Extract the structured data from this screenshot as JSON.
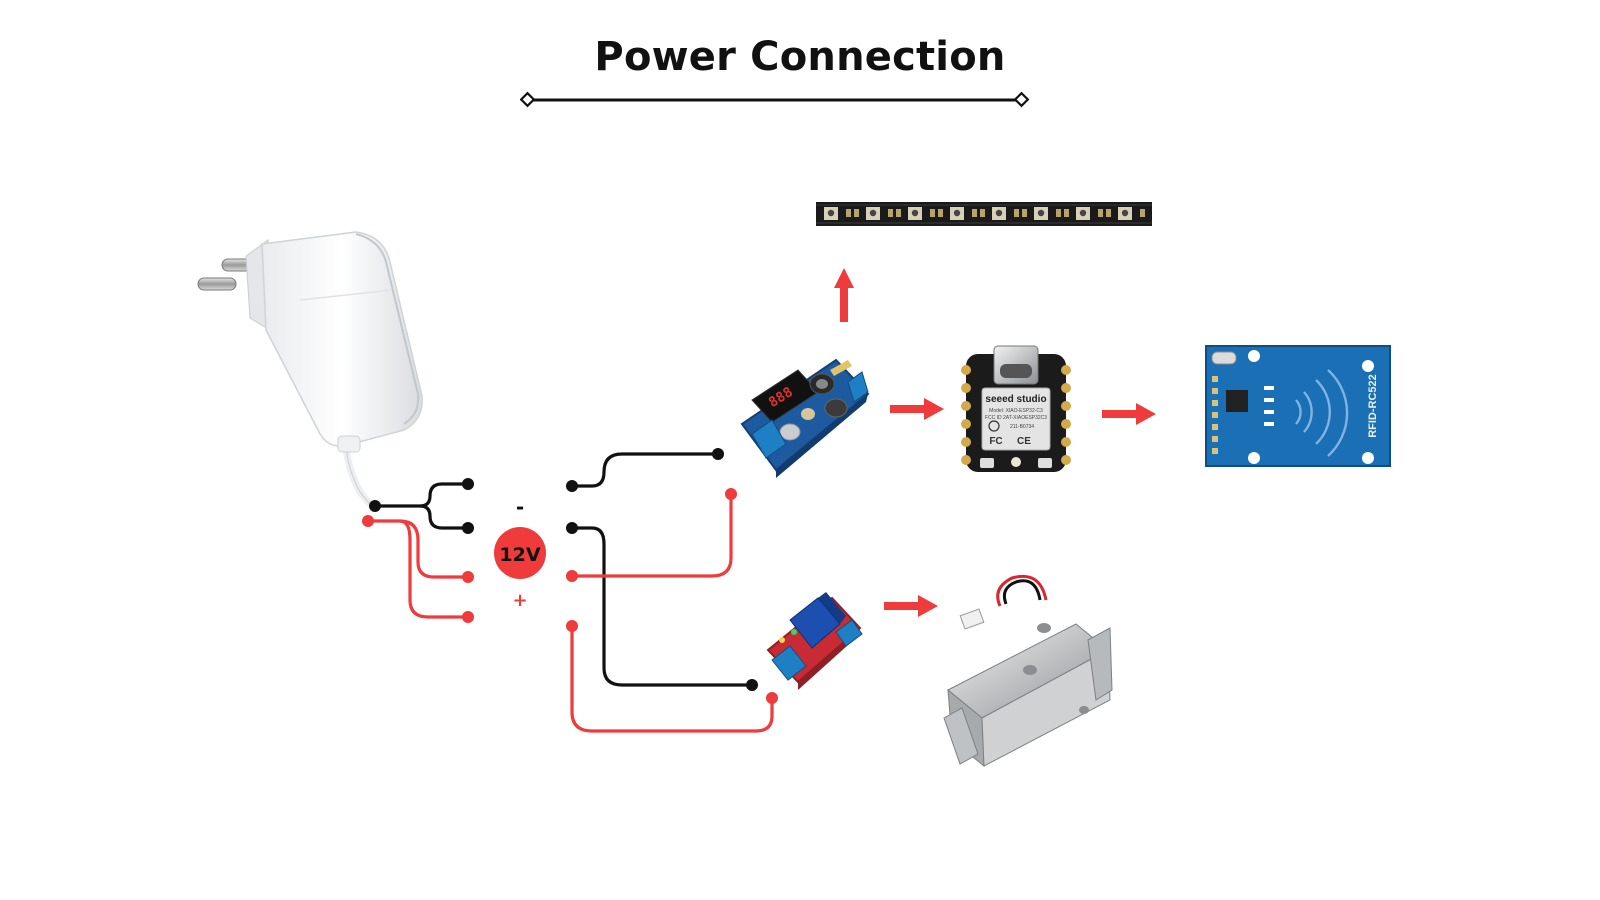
{
  "title": "Power Connection",
  "voltage_label": "12V",
  "minus_label": "-",
  "plus_label": "+",
  "dc_dc_module_display": "888",
  "microcontroller_brand": "seeed studio",
  "microcontroller_model": "Model: XIAO-ESP32-C3",
  "microcontroller_fcc": "FCC ID 2AT-XIAOESP32C3",
  "microcontroller_cert": "211-B0734",
  "fcc_mark": "FC",
  "ce_mark": "CE",
  "rfid_module_label": "RFID-RC522",
  "colors": {
    "negative_wire": "#111111",
    "positive_wire": "#ef3b3b",
    "arrow": "#ef3b3b",
    "badge": "#ef3b3b",
    "rfid_board": "#1b6fb5",
    "buck_board": "#1e5aa0",
    "relay_board": "#c92b34"
  },
  "icons": {
    "power_adapter": "power-adapter-icon",
    "led_strip": "led-strip-icon",
    "dc_dc_module": "buck-converter-icon",
    "microcontroller": "microcontroller-icon",
    "rfid": "rfid-reader-icon",
    "relay": "relay-module-icon",
    "solenoid_lock": "solenoid-lock-icon"
  }
}
